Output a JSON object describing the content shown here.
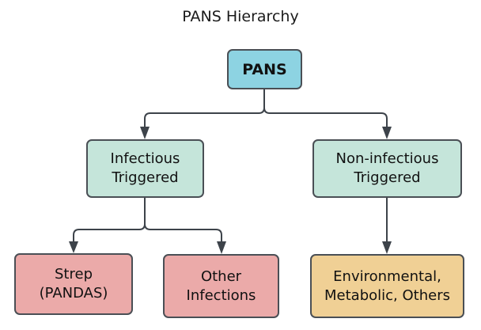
{
  "title": "PANS Hierarchy",
  "nodes": {
    "root": {
      "label": "PANS",
      "color": "#8dd3e2"
    },
    "infectious": {
      "label": "Infectious\nTriggered",
      "color": "#c5e5da"
    },
    "noninfectious": {
      "label": "Non-infectious\nTriggered",
      "color": "#c5e5da"
    },
    "strep": {
      "label": "Strep\n(PANDAS)",
      "color": "#ebaaa9"
    },
    "other": {
      "label": "Other\nInfections",
      "color": "#ebaaa9"
    },
    "environmental": {
      "label": "Environmental,\nMetabolic, Others",
      "color": "#f0d095"
    }
  },
  "edges": [
    {
      "from": "root",
      "to": "infectious"
    },
    {
      "from": "root",
      "to": "noninfectious"
    },
    {
      "from": "infectious",
      "to": "strep"
    },
    {
      "from": "infectious",
      "to": "other"
    },
    {
      "from": "noninfectious",
      "to": "environmental"
    }
  ],
  "edge_color": "#3d434a"
}
